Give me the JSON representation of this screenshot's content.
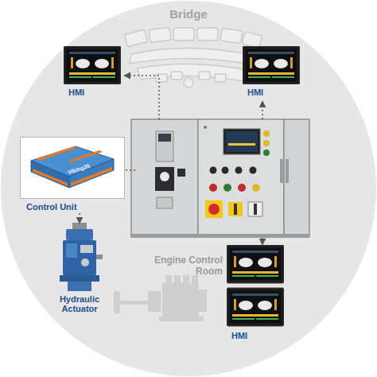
{
  "diagram": {
    "nodes": [
      {
        "text": [
          "HMI"
        ]
      },
      {
        "text": [
          "HMI"
        ]
      },
      {
        "text": [
          "Control Unit"
        ]
      },
      {
        "text": [
          "Hydraulic Actuator"
        ]
      },
      {
        "text": [
          "HMI"
        ]
      }
    ],
    "edges": [
      {
        "from": 2,
        "to": 3,
        "arrow": "to"
      }
    ],
    "labels": [
      "Bridge",
      "Viking35",
      "Engine Control Room"
    ]
  }
}
